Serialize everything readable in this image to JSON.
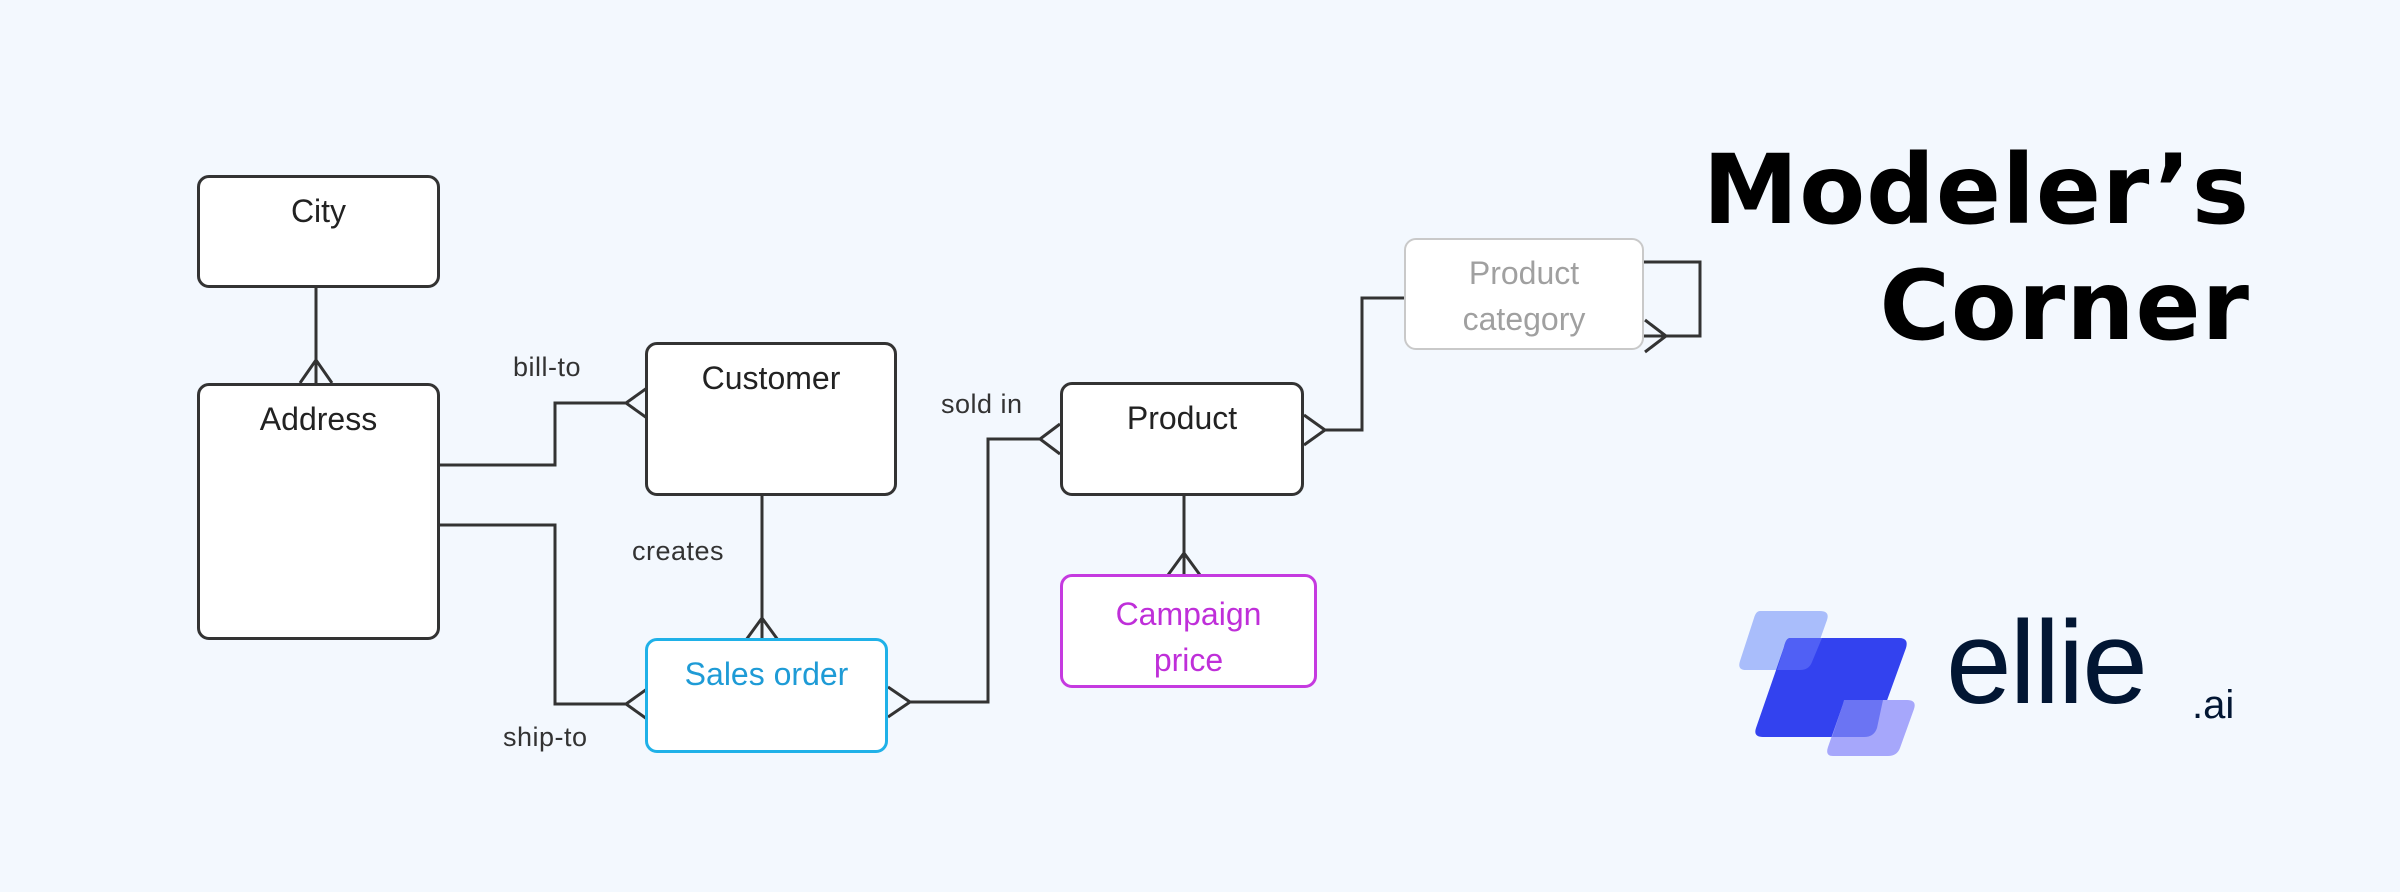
{
  "diagram": {
    "entities": [
      {
        "id": "city",
        "label": "City"
      },
      {
        "id": "address",
        "label": "Address"
      },
      {
        "id": "customer",
        "label": "Customer"
      },
      {
        "id": "sales_order",
        "label": "Sales order"
      },
      {
        "id": "product",
        "label": "Product"
      },
      {
        "id": "campaign_price",
        "label": "Campaign price"
      },
      {
        "id": "product_category",
        "label": "Product category"
      }
    ],
    "relationships": [
      {
        "from": "City",
        "to": "Address",
        "label": "",
        "cardinality": "one-to-many"
      },
      {
        "from": "Address",
        "to": "Customer",
        "label": "bill-to",
        "cardinality": "one-to-many"
      },
      {
        "from": "Address",
        "to": "Sales order",
        "label": "ship-to",
        "cardinality": "one-to-many"
      },
      {
        "from": "Customer",
        "to": "Sales order",
        "label": "creates",
        "cardinality": "one-to-many"
      },
      {
        "from": "Sales order",
        "to": "Product",
        "label": "sold in",
        "cardinality": "many-to-many"
      },
      {
        "from": "Product",
        "to": "Campaign price",
        "label": "",
        "cardinality": "one-to-many"
      },
      {
        "from": "Product category",
        "to": "Product",
        "label": "",
        "cardinality": "one-to-many"
      },
      {
        "from": "Product category",
        "to": "Product category",
        "label": "",
        "cardinality": "self-reference"
      }
    ],
    "labels": {
      "bill_to": "bill-to",
      "ship_to": "ship-to",
      "creates": "creates",
      "sold_in": "sold in"
    }
  },
  "headline": {
    "line1": "Modeler’s",
    "line2": "Corner"
  },
  "brand": {
    "name": "ellie",
    "suffix": ".ai",
    "colors": {
      "primary": "#3342ef",
      "light_top": "#a9bdfb",
      "light_bottom": "#a6a7fb",
      "text": "#021633"
    }
  },
  "colors": {
    "background": "#f3f8fe",
    "entity_border": "#333333",
    "sales_order": "#1fb1e8",
    "campaign_price": "#c53ae0",
    "product_category": "#c9c9c9"
  }
}
